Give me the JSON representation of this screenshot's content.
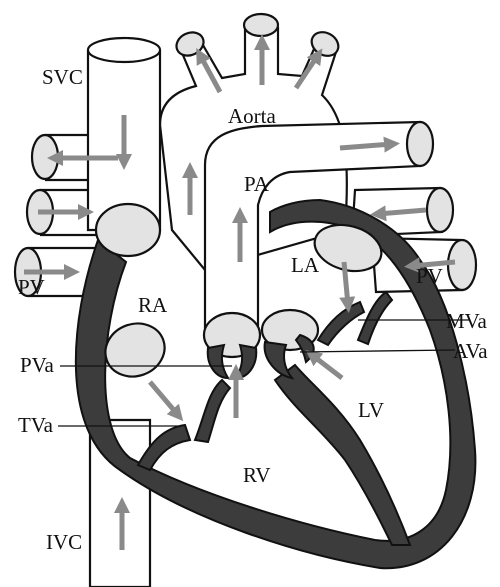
{
  "labels": {
    "svc": "SVC",
    "aorta": "Aorta",
    "pa": "PA",
    "la": "LA",
    "pv_left": "PV",
    "pv_right": "PV",
    "ra": "RA",
    "mva": "MVa",
    "ava": "AVa",
    "pva": "PVa",
    "lv": "LV",
    "tva": "TVa",
    "rv": "RV",
    "ivc": "IVC"
  },
  "colors": {
    "wall": "#3c3c3c",
    "vessel_cap": "#e3e3e3",
    "flow_arrow": "#8a8a8a",
    "outline": "#111111"
  }
}
